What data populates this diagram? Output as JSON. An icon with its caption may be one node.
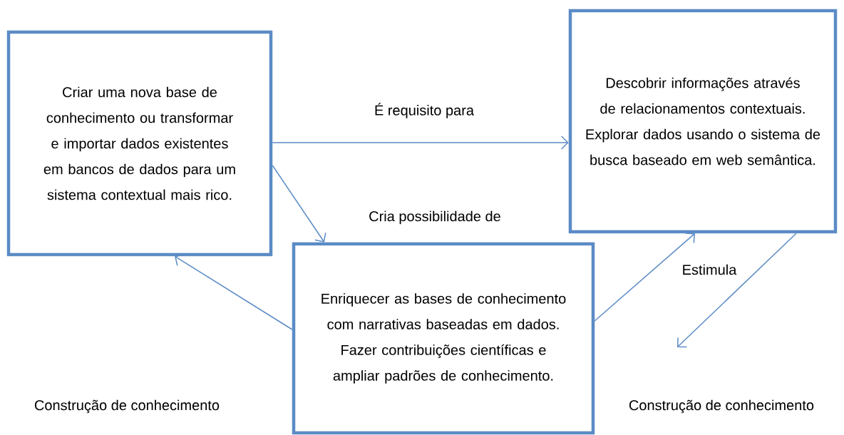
{
  "diagram": {
    "nodes": [
      {
        "text": [
          "Criar uma nova base de conhecimento ou transformar e importar dados existentes em bancos de dados para um sistema contextual mais rico."
        ]
      },
      {
        "text": [
          "Descobrir informações através de relacionamentos contextuais. Explorar dados usando o sistema de busca baseado em web semântica."
        ]
      },
      {
        "text": [
          "Enriquecer as bases de conhecimento com narrativas baseadas em dados. Fazer contribuições científicas e ampliar padrões de conhecimento."
        ]
      }
    ],
    "edges": [
      {
        "from": 0,
        "to": 1,
        "arrow": "to",
        "label": "É requisito para"
      },
      {
        "from": 0,
        "to": 2,
        "arrow": "to",
        "label": "Cria possibilidade de"
      },
      {
        "from": 2,
        "to": 0,
        "arrow": "to"
      },
      {
        "from": 2,
        "to": 1,
        "arrow": "to",
        "label": "Estimula"
      },
      {
        "from": 1,
        "to": null,
        "arrow": "to"
      }
    ],
    "labels": [
      "Construção de conhecimento",
      "Construção de conhecimento"
    ]
  }
}
